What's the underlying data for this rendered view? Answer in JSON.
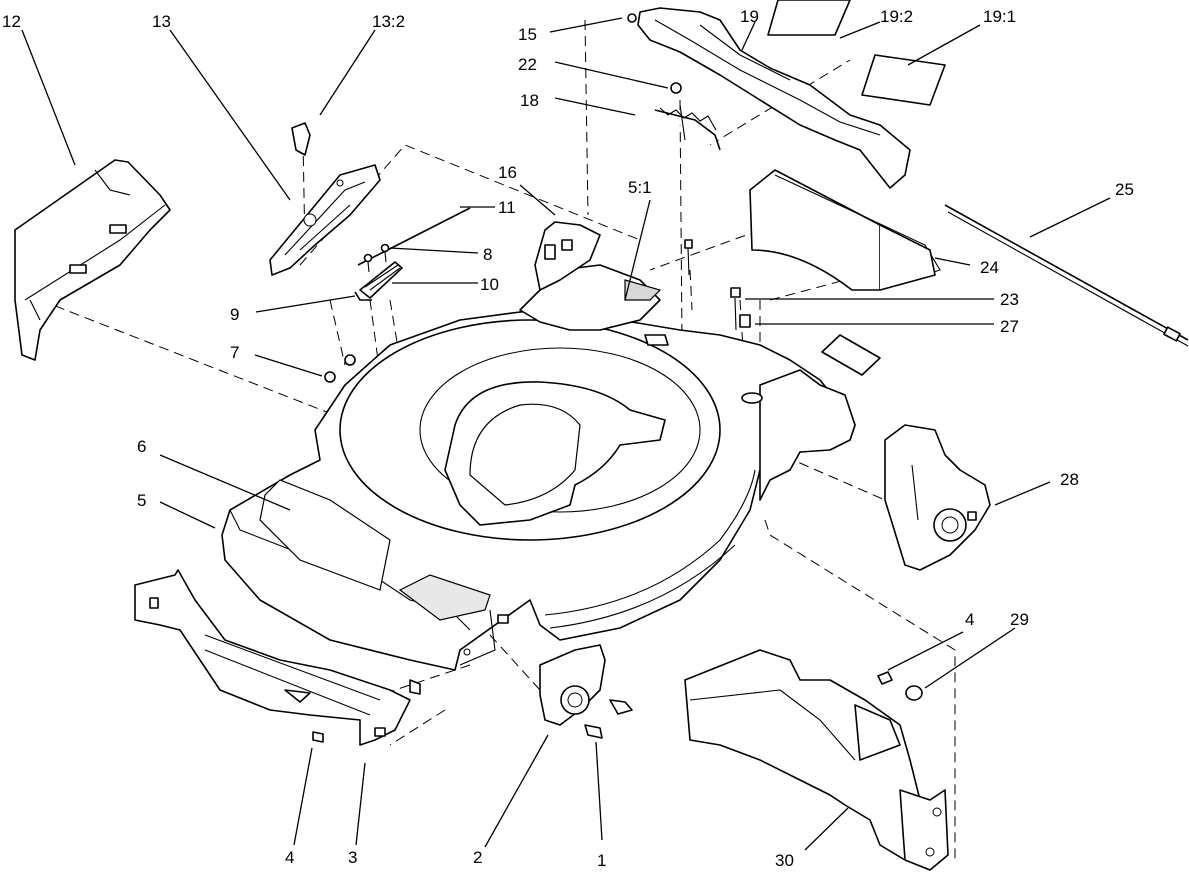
{
  "diagram": {
    "callouts": [
      {
        "id": "c12",
        "label": "12"
      },
      {
        "id": "c13",
        "label": "13"
      },
      {
        "id": "c13_2",
        "label": "13:2"
      },
      {
        "id": "c15",
        "label": "15"
      },
      {
        "id": "c19",
        "label": "19"
      },
      {
        "id": "c19_2",
        "label": "19:2"
      },
      {
        "id": "c19_1",
        "label": "19:1"
      },
      {
        "id": "c22",
        "label": "22"
      },
      {
        "id": "c18",
        "label": "18"
      },
      {
        "id": "c16",
        "label": "16"
      },
      {
        "id": "c5_1",
        "label": "5:1"
      },
      {
        "id": "c11",
        "label": "11"
      },
      {
        "id": "c8",
        "label": "8"
      },
      {
        "id": "c10",
        "label": "10"
      },
      {
        "id": "c9",
        "label": "9"
      },
      {
        "id": "c7",
        "label": "7"
      },
      {
        "id": "c25",
        "label": "25"
      },
      {
        "id": "c24",
        "label": "24"
      },
      {
        "id": "c23",
        "label": "23"
      },
      {
        "id": "c27",
        "label": "27"
      },
      {
        "id": "c6",
        "label": "6"
      },
      {
        "id": "c5",
        "label": "5"
      },
      {
        "id": "c28",
        "label": "28"
      },
      {
        "id": "c4a",
        "label": "4"
      },
      {
        "id": "c29",
        "label": "29"
      },
      {
        "id": "c4b",
        "label": "4"
      },
      {
        "id": "c3",
        "label": "3"
      },
      {
        "id": "c2",
        "label": "2"
      },
      {
        "id": "c1",
        "label": "1"
      },
      {
        "id": "c30",
        "label": "30"
      }
    ]
  }
}
